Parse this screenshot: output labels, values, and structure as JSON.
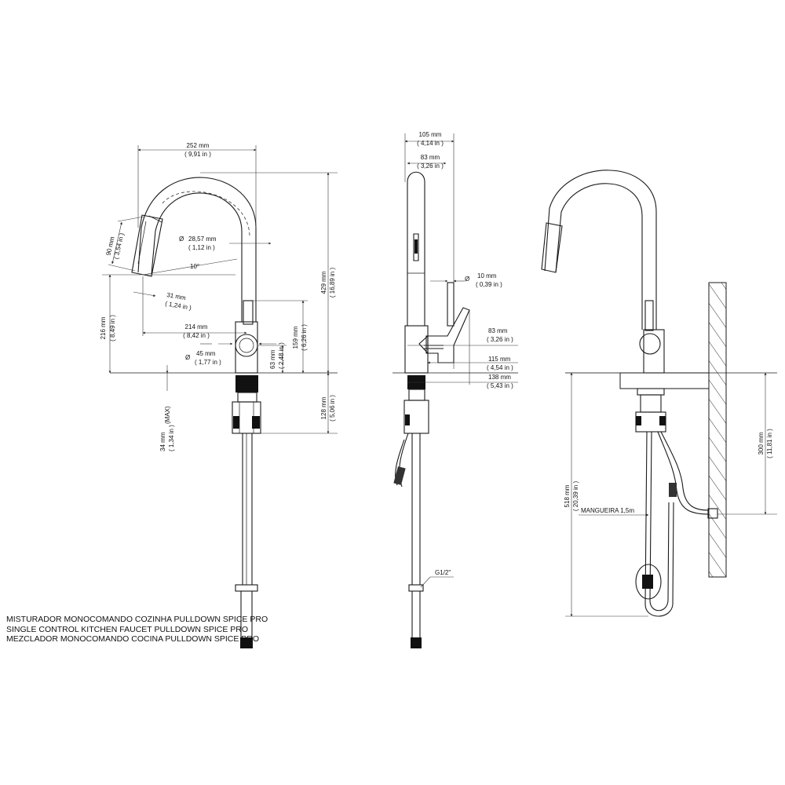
{
  "front_view": {
    "dims": {
      "width": {
        "mm": "252 mm",
        "in": "( 9,91 in )"
      },
      "height_total": {
        "mm": "429 mm",
        "in": "( 16,89 in )"
      },
      "pipe_dia": {
        "mm": "28,57 mm",
        "in": "( 1,12 in )"
      },
      "spray_len": {
        "mm": "90 mm",
        "in": "( 3,54 in )"
      },
      "angle": "10°",
      "spray_dia": {
        "mm": "31 mm",
        "in": "( 1,24 in )"
      },
      "spout_height": {
        "mm": "216 mm",
        "in": "( 8,49 in )"
      },
      "reach": {
        "mm": "214 mm",
        "in": "( 8,42 in )"
      },
      "body_height": {
        "mm": "159 mm",
        "in": "( 6,26 in )"
      },
      "base_dia": {
        "mm": "45 mm",
        "in": "( 1,77 in )"
      },
      "lever_height": {
        "mm": "63 mm",
        "in": "( 2,48 in )"
      },
      "below_deck": {
        "mm": "128 mm",
        "in": "( 5,06 in )"
      },
      "max_thickness": {
        "mm": "34 mm",
        "in": "( 1,34 in )",
        "note": "(MAX)"
      }
    }
  },
  "side_view": {
    "dims": {
      "top_width": {
        "mm": "105 mm",
        "in": "( 4,14 in )"
      },
      "head_width": {
        "mm": "83 mm",
        "in": "( 3,26 in )"
      },
      "lever_dia": {
        "mm": "10 mm",
        "in": "( 0,39 in )"
      },
      "lever_proj": {
        "mm": "83 mm",
        "in": "( 3,26 in )"
      },
      "depth_115": {
        "mm": "115 mm",
        "in": "( 4,54 in )"
      },
      "depth_138": {
        "mm": "138 mm",
        "in": "( 5,43 in )"
      }
    },
    "thread": "G1/2\""
  },
  "install_view": {
    "hose_label": "MANGUEIRA 1,5m",
    "hose_len": {
      "mm": "518 mm",
      "in": "( 20,39 in )"
    },
    "wall_offset": {
      "mm": "300 mm",
      "in": "( 11,81 in )"
    }
  },
  "diameter_symbol": "Ø",
  "title": [
    "MISTURADOR MONOCOMANDO COZINHA PULLDOWN SPICE PRO",
    "SINGLE CONTROL KITCHEN FAUCET PULLDOWN SPICE PRO",
    "MEZCLADOR MONOCOMANDO COCINA PULLDOWN SPICE PRO"
  ]
}
